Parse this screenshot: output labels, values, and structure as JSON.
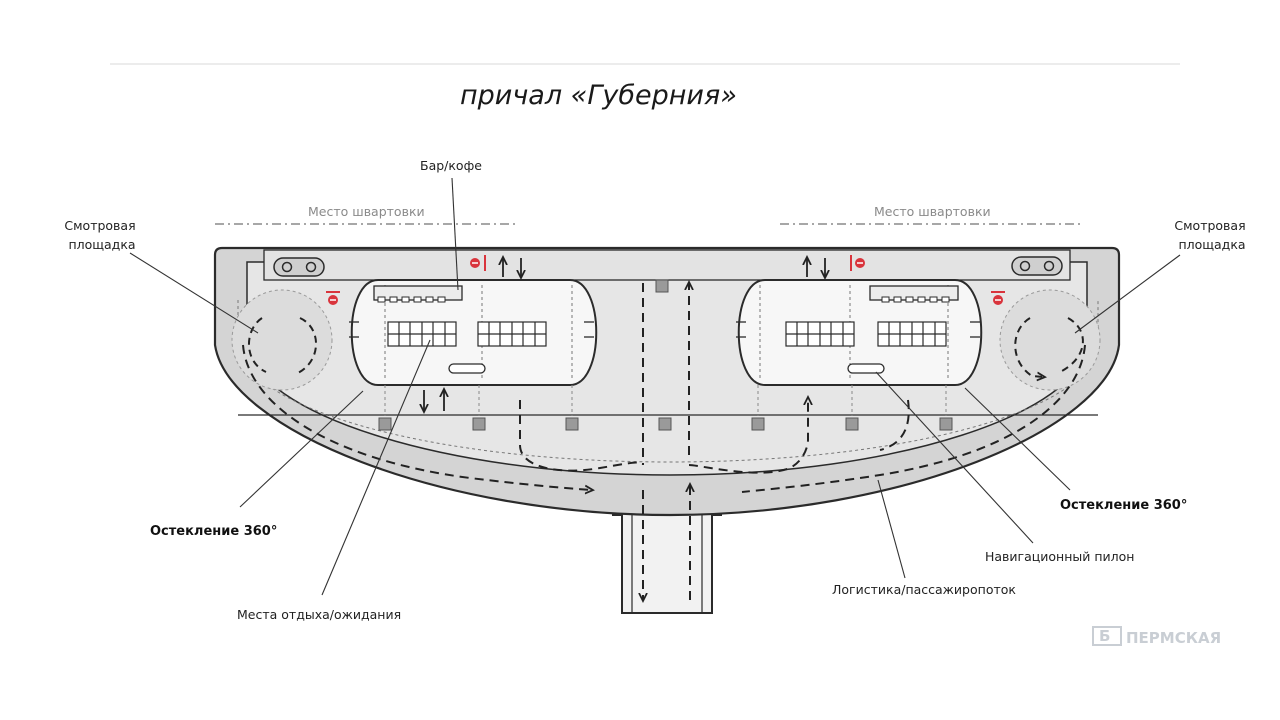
{
  "title": "причал «Губерния»",
  "labels": {
    "bar_coffee": "Бар/кофе",
    "mooring_left": "Место швартовки",
    "mooring_right": "Место швартовки",
    "viewing_left": "Смотровая\nплощадка",
    "viewing_right": "Смотровая\nплощадка",
    "glazing_left": "Остекление 360°",
    "glazing_right": "Остекление 360°",
    "seating": "Места отдыха/ожидания",
    "nav_pylon": "Навигационный пилон",
    "logistics": "Логистика/пассажиропоток"
  },
  "watermark": "ПЕРМСКАЯ",
  "colors": {
    "deck": "#d4d4d4",
    "inner_deck": "#e6e6e6",
    "outline": "#2b2b2b",
    "pavilion": "#f7f7f7",
    "pylon": "#9a9a9a",
    "no_entry": "#d9343c"
  }
}
